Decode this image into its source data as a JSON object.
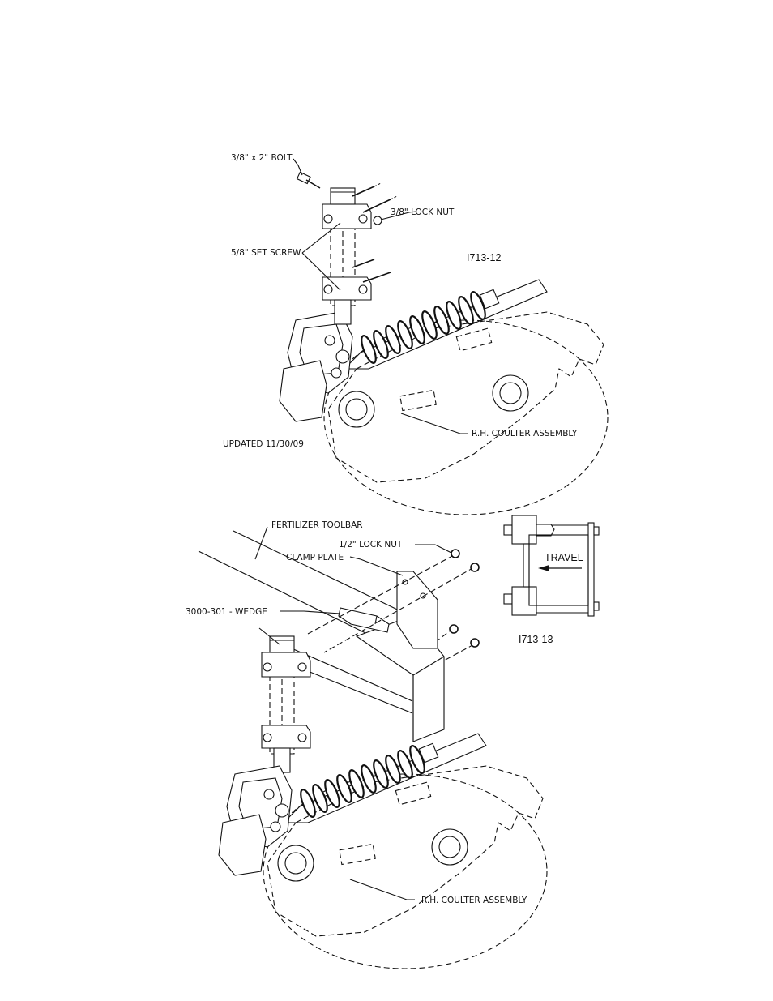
{
  "diagram1": {
    "labels": {
      "bolt": "3/8\" x 2\" BOLT",
      "lock_nut": "3/8\" LOCK NUT",
      "set_screw": "5/8\" SET SCREW",
      "drawing_no": "I713-12",
      "coulter": "R.H. COULTER ASSEMBLY",
      "updated": "UPDATED 11/30/09"
    }
  },
  "diagram2": {
    "labels": {
      "toolbar": "FERTILIZER TOOLBAR",
      "lock_nut": "1/2\" LOCK NUT",
      "clamp_plate": "CLAMP PLATE",
      "wedge": "3000-301 - WEDGE",
      "coulter": "R.H. COULTER ASSEMBLY"
    }
  },
  "inset": {
    "travel": "TRAVEL",
    "drawing_no": "I713-13"
  }
}
